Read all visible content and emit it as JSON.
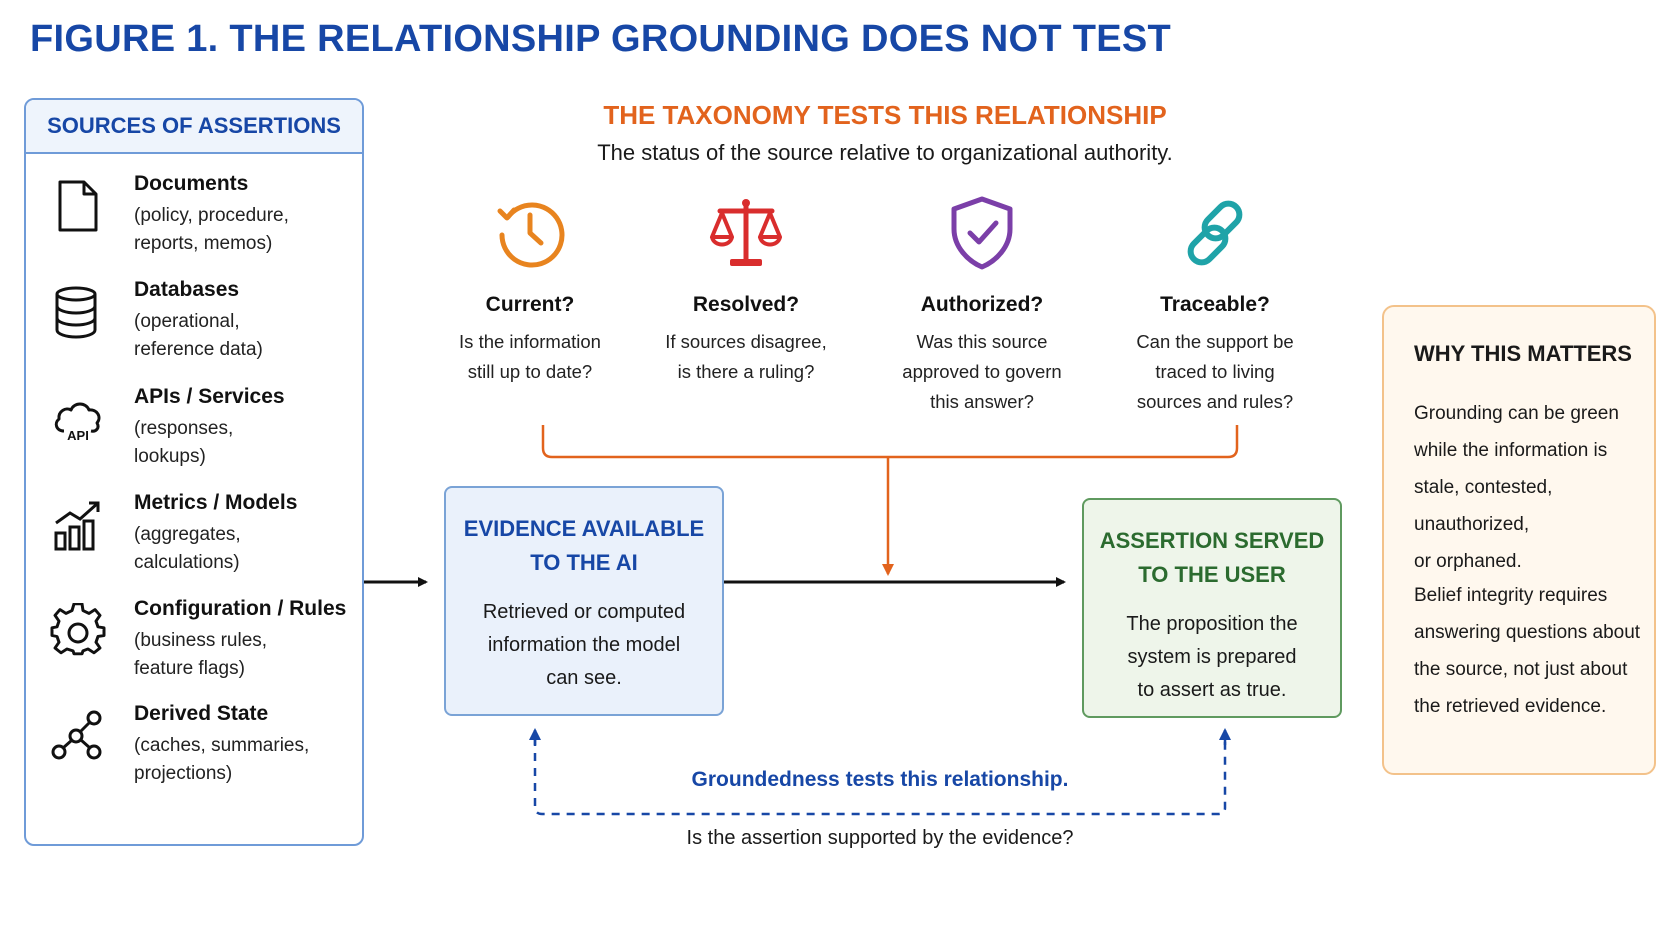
{
  "title": "FIGURE 1. THE RELATIONSHIP GROUNDING DOES NOT TEST",
  "sources": {
    "heading": "SOURCES OF ASSERTIONS",
    "items": [
      {
        "icon": "document-icon",
        "title": "Documents",
        "desc": "(policy, procedure,\nreports, memos)"
      },
      {
        "icon": "database-icon",
        "title": "Databases",
        "desc": "(operational,\nreference data)"
      },
      {
        "icon": "cloud-api-icon",
        "title": "APIs / Services",
        "desc": "(responses,\nlookups)",
        "icon_label": "API"
      },
      {
        "icon": "bar-chart-trend-icon",
        "title": "Metrics / Models",
        "desc": "(aggregates,\ncalculations)"
      },
      {
        "icon": "gear-icon",
        "title": "Configuration / Rules",
        "desc": "(business rules,\nfeature flags)"
      },
      {
        "icon": "network-nodes-icon",
        "title": "Derived State",
        "desc": "(caches, summaries,\nprojections)"
      }
    ]
  },
  "taxonomy": {
    "title": "THE TAXONOMY TESTS THIS RELATIONSHIP",
    "subtitle": "The status of the source relative to organizational authority.",
    "questions": [
      {
        "icon": "clock-history-icon",
        "title": "Current?",
        "desc": "Is the information\nstill up to date?",
        "color": "#e8841f"
      },
      {
        "icon": "scales-icon",
        "title": "Resolved?",
        "desc": "If sources disagree,\nis there a ruling?",
        "color": "#d92d2d"
      },
      {
        "icon": "shield-check-icon",
        "title": "Authorized?",
        "desc": "Was this source\napproved to govern\nthis answer?",
        "color": "#7b3fa8"
      },
      {
        "icon": "link-icon",
        "title": "Traceable?",
        "desc": "Can the support be\ntraced to living\nsources and rules?",
        "color": "#1fa3a8"
      }
    ]
  },
  "evidence": {
    "title": "EVIDENCE AVAILABLE\nTO THE AI",
    "desc": "Retrieved or computed\ninformation the model\ncan see."
  },
  "assertion": {
    "title": "ASSERTION SERVED\nTO THE USER",
    "desc": "The proposition the\nsystem is prepared\nto assert as true."
  },
  "groundedness": {
    "label": "Groundedness tests this relationship.",
    "question": "Is the assertion supported by the evidence?"
  },
  "why": {
    "title": "WHY THIS MATTERS",
    "p1": "Grounding can be green\nwhile the information is\nstale, contested, unauthorized,\nor orphaned.",
    "p2": "Belief integrity requires\nanswering questions about\nthe source, not just about\nthe retrieved evidence."
  },
  "colors": {
    "title_blue": "#1747a6",
    "taxonomy_orange": "#e2631d",
    "assertion_green": "#2b6b2f",
    "why_border": "#f3c28a"
  }
}
